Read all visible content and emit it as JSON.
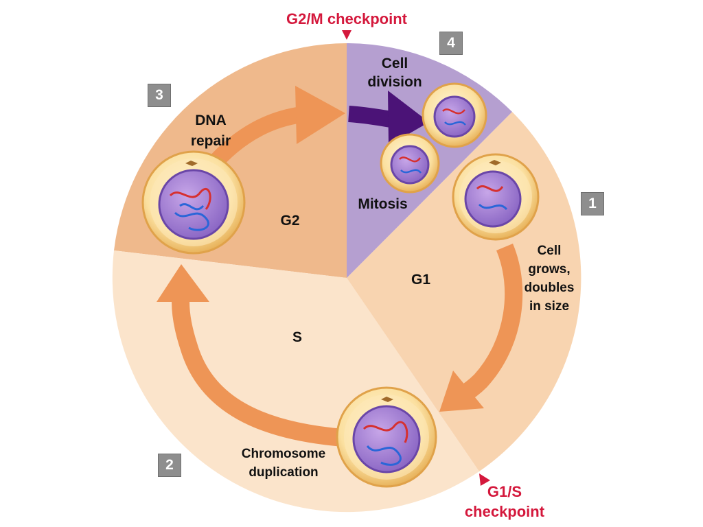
{
  "checkpoints": {
    "g2m": "G2/M checkpoint",
    "g1s_line1": "G1/S",
    "g1s_line2": "checkpoint"
  },
  "phases": {
    "g1": "G1",
    "s": "S",
    "g2": "G2",
    "mitosis": "Mitosis"
  },
  "steps": [
    {
      "number": "1",
      "line1": "Cell",
      "line2": "grows,",
      "line3": "doubles",
      "line4": "in size"
    },
    {
      "number": "2",
      "line1": "Chromosome",
      "line2": "duplication"
    },
    {
      "number": "3",
      "line1": "DNA",
      "line2": "repair"
    },
    {
      "number": "4",
      "line1": "Cell",
      "line2": "division"
    }
  ],
  "colors": {
    "g2_sector": "#efb98c",
    "s_sector": "#fbe4cb",
    "g1_sector": "#f8d4b0",
    "mitosis_sector": "#b59fd0",
    "arrow_orange": "#ee9556",
    "arrow_purple": "#4b1377",
    "checkpoint_red": "#d4183c",
    "badge_gray": "#8e8e8e"
  }
}
